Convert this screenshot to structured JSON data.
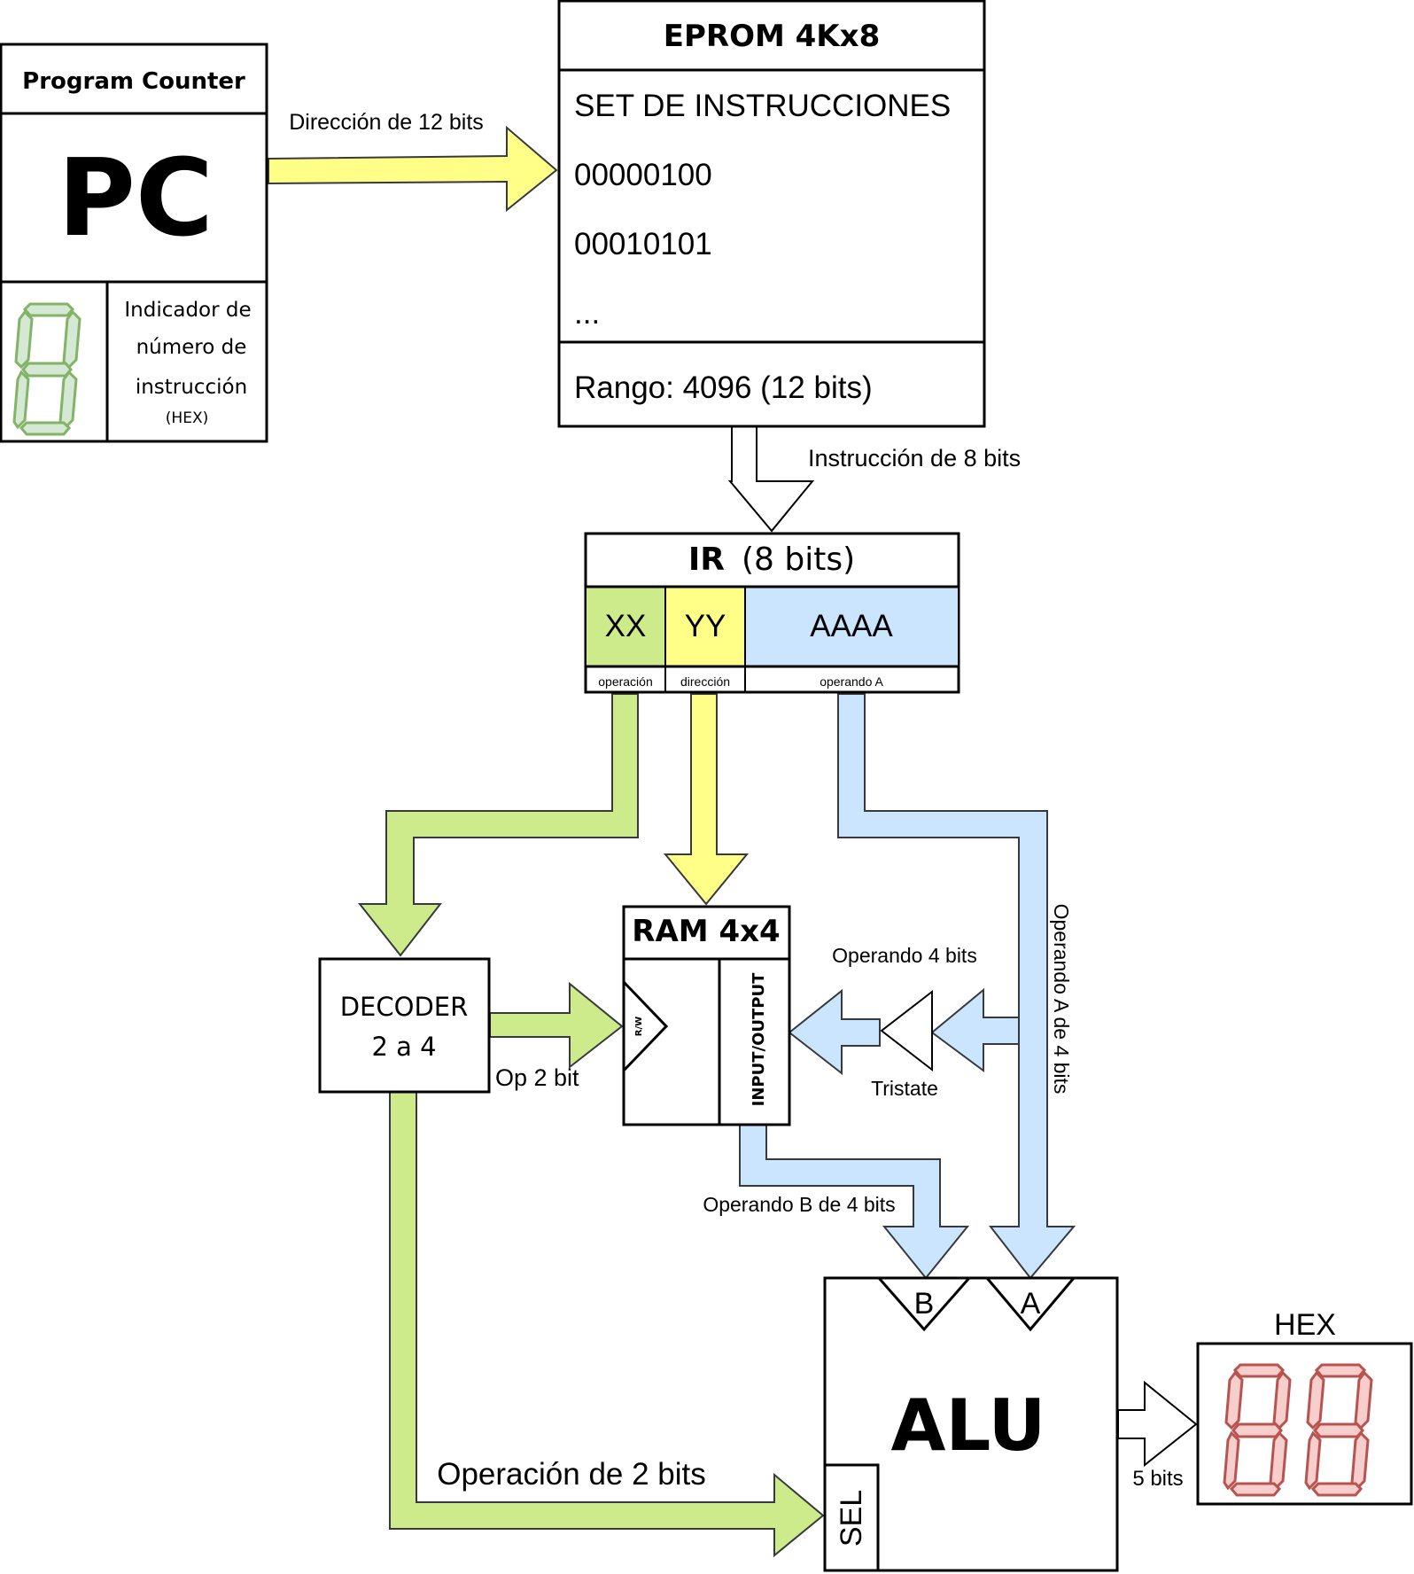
{
  "program_counter": {
    "title": "Program Counter",
    "big_label": "PC",
    "indicator_line1": "Indicador de",
    "indicator_line2": "número de",
    "indicator_line3": "instrucción",
    "indicator_line4": "(HEX)"
  },
  "eprom": {
    "title": "EPROM 4Kx8",
    "lines": [
      "SET DE INSTRUCCIONES",
      "00000100",
      "00010101",
      "..."
    ],
    "range": "Rango: 4096 (12 bits)"
  },
  "ir": {
    "title_bold": "IR",
    "title_rest": "(8 bits)",
    "fields": [
      {
        "code": "XX",
        "label": "operación",
        "color": "#cdeb8b"
      },
      {
        "code": "YY",
        "label": "dirección",
        "color": "#ffff88"
      },
      {
        "code": "AAAA",
        "label": "operando A",
        "color": "#cce5ff"
      }
    ]
  },
  "decoder": {
    "line1": "DECODER",
    "line2": "2 a 4"
  },
  "ram": {
    "title": "RAM 4x4",
    "rw": "R/W",
    "io": "INPUT/OUTPUT"
  },
  "alu": {
    "title": "ALU",
    "input_b": "B",
    "input_a": "A",
    "sel": "SEL"
  },
  "hex_display": {
    "title": "HEX"
  },
  "labels": {
    "pc_to_eprom": "Dirección de 12 bits",
    "eprom_to_ir": "Instrucción de 8 bits",
    "op_2_bit": "Op 2 bit",
    "operando_4_bits": "Operando 4 bits",
    "tristate": "Tristate",
    "operando_a": "Operando A de 4 bits",
    "operando_b": "Operando B de 4 bits",
    "operacion_2_bits": "Operación de 2 bits",
    "five_bits": "5 bits"
  },
  "colors": {
    "yellow": "#ffff88",
    "green": "#cdeb8b",
    "blue": "#cce5ff",
    "seg_green_fill": "#d5e8d4",
    "seg_green_stroke": "#82b366",
    "seg_red_fill": "#f8cecc",
    "seg_red_stroke": "#b85450"
  }
}
